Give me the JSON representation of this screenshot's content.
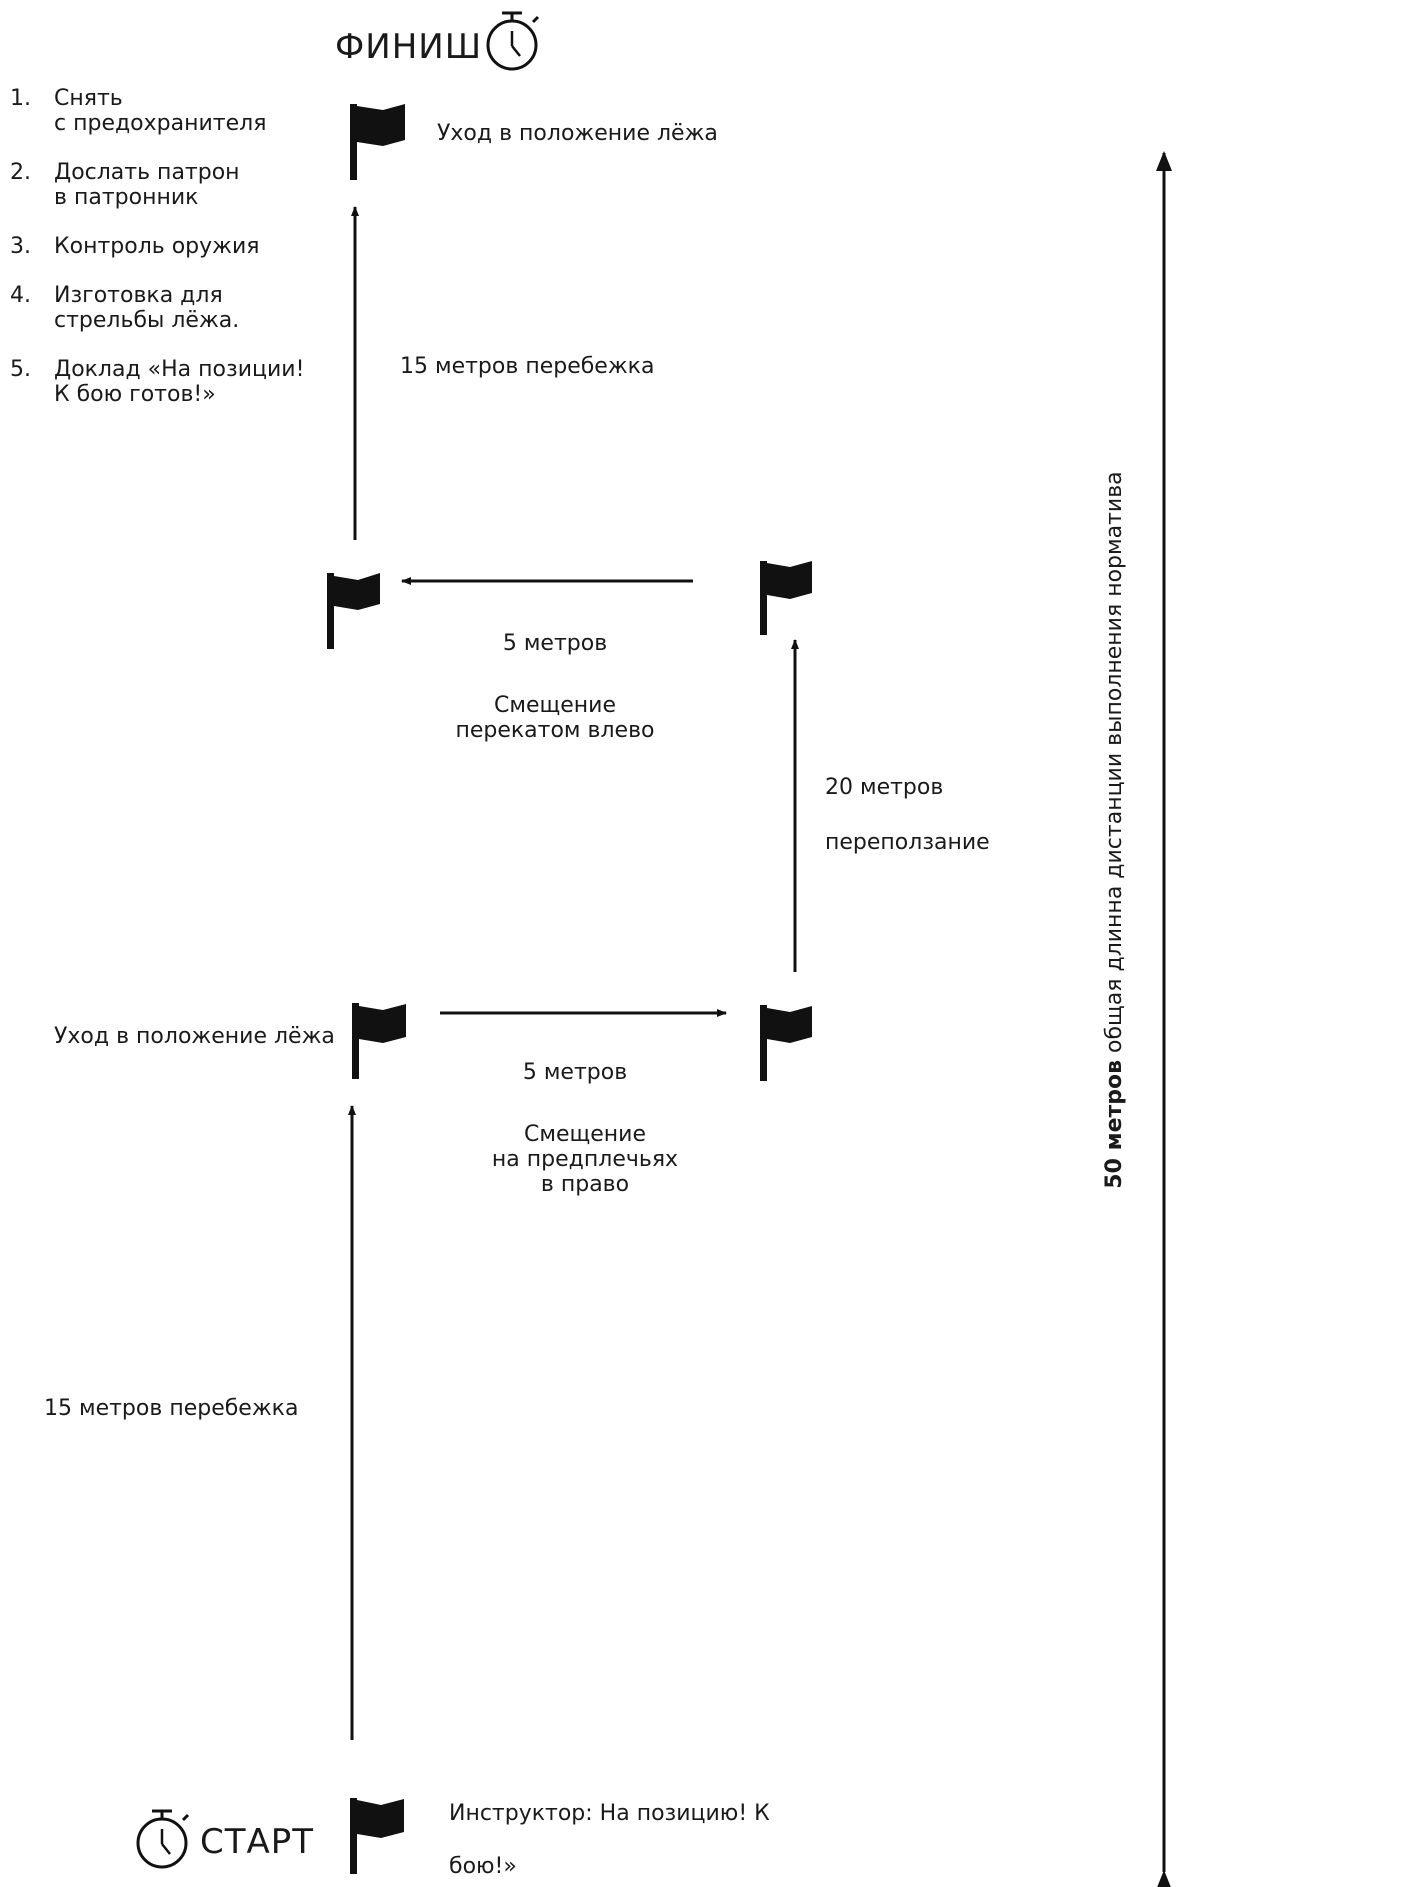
{
  "finish": {
    "label": "ФИНИШ",
    "icon": "stopwatch-icon"
  },
  "start": {
    "label": "СТАРТ",
    "icon": "stopwatch-icon"
  },
  "steps": [
    {
      "num": "1.",
      "text": "Снять\nс предохранителя"
    },
    {
      "num": "2.",
      "text": "Дослать патрон\nв патронник"
    },
    {
      "num": "3.",
      "text": "Контроль оружия"
    },
    {
      "num": "4.",
      "text": "Изготовка для\nстрельбы лёжа."
    },
    {
      "num": "5.",
      "text": "Доклад «На позиции!\nК бою готов!»"
    }
  ],
  "labels": {
    "prone_top": "Уход в положение лёжа",
    "run_top": "15 метров перебежка",
    "left_dist": "5 метров",
    "left_move_1": "Смещение",
    "left_move_2": "перекатом влево",
    "crawl_dist": "20 метров",
    "crawl_name": "переползание",
    "prone_bottom": "Уход в положение лёжа",
    "right_dist": "5 метров",
    "right_move_1": "Смещение",
    "right_move_2": "на предплечьях",
    "right_move_3": "в право",
    "run_bottom": "15 метров перебежка",
    "instructor_1": "Инструктор: На позицию! К",
    "instructor_2": "бою!»"
  },
  "total": {
    "bold": "50 метров",
    "rest": " общая длинна дистанции выполнения норматива"
  }
}
